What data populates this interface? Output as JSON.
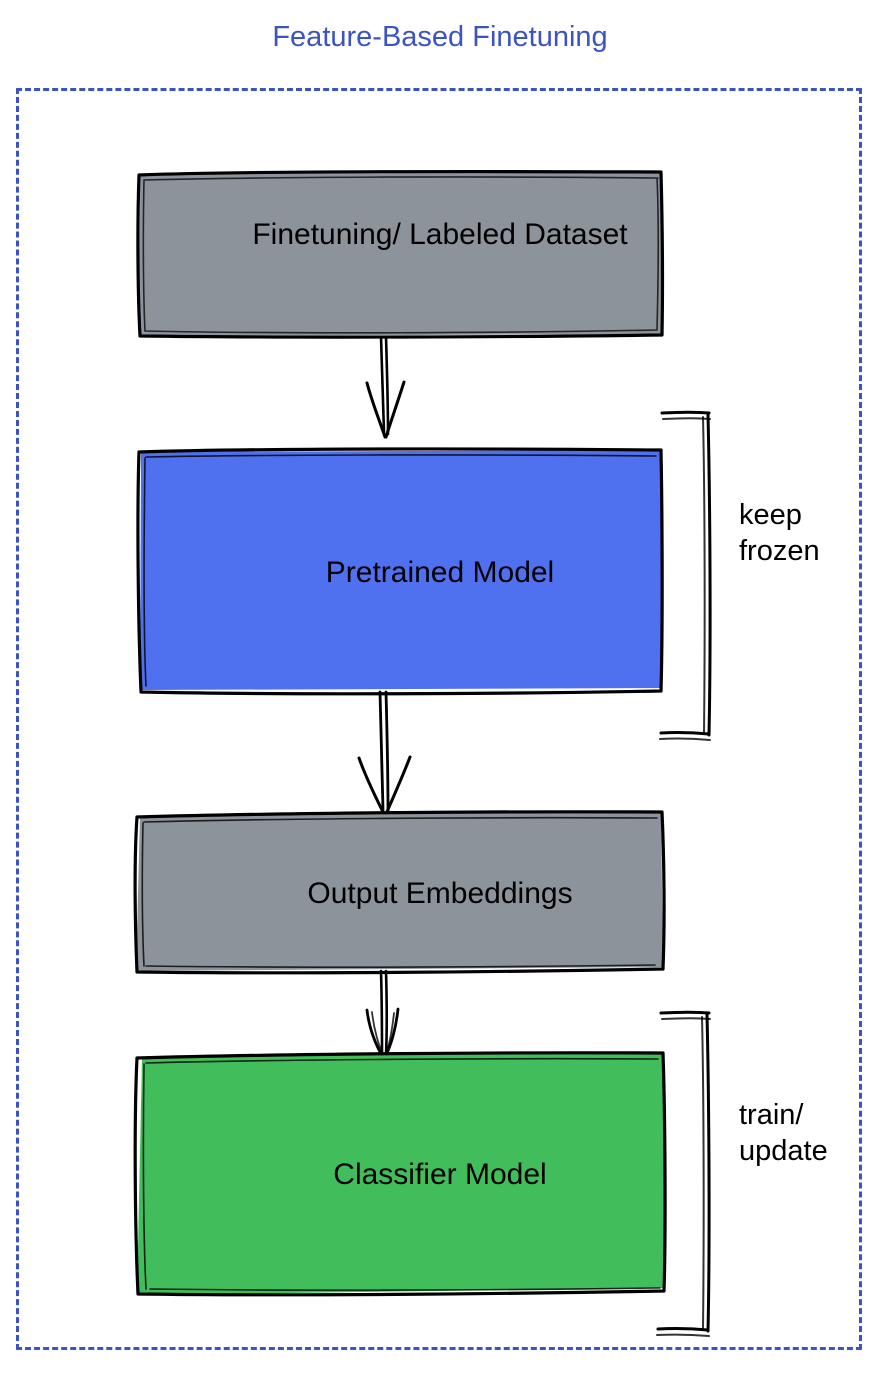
{
  "title": "Feature-Based Finetuning",
  "colors": {
    "title": "#3c53c4",
    "frame_border": "#3c53c4",
    "gray_fill": "#8d939b",
    "blue_fill": "#4f70ef",
    "green_fill": "#41bd5b",
    "stroke": "#000000",
    "text": "#000000"
  },
  "nodes": [
    {
      "id": "dataset",
      "label": "Finetuning/ Labeled Dataset",
      "fill": "#8d939b"
    },
    {
      "id": "pretrained",
      "label": "Pretrained Model",
      "fill": "#4f70ef"
    },
    {
      "id": "embeddings",
      "label": "Output Embeddings",
      "fill": "#8d939b"
    },
    {
      "id": "classifier",
      "label": "Classifier Model",
      "fill": "#41bd5b"
    }
  ],
  "annotations": [
    {
      "id": "keep-frozen",
      "label": "keep\nfrozen",
      "target": "pretrained"
    },
    {
      "id": "train-update",
      "label": "train/\nupdate",
      "target": "classifier"
    }
  ],
  "edges": [
    {
      "from": "dataset",
      "to": "pretrained",
      "style": "arrow"
    },
    {
      "from": "pretrained",
      "to": "embeddings",
      "style": "arrow"
    },
    {
      "from": "embeddings",
      "to": "classifier",
      "style": "arrow"
    }
  ],
  "chart_data": {
    "type": "diagram",
    "title": "Feature-Based Finetuning",
    "flow": [
      "Finetuning/ Labeled Dataset",
      "Pretrained Model",
      "Output Embeddings",
      "Classifier Model"
    ],
    "brackets": [
      {
        "label": "keep frozen",
        "covers": [
          "Pretrained Model"
        ]
      },
      {
        "label": "train/ update",
        "covers": [
          "Classifier Model"
        ]
      }
    ]
  }
}
